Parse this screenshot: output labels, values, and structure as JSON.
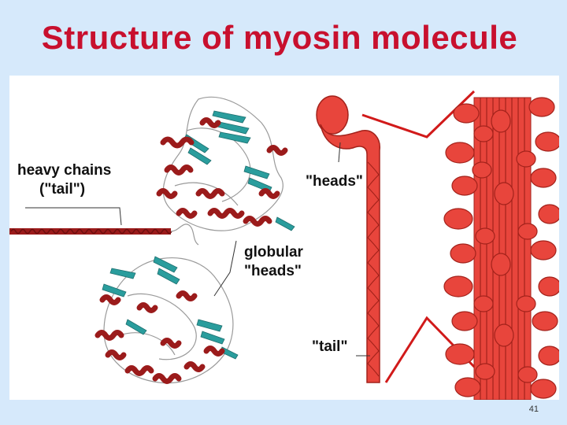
{
  "slide": {
    "title": "Structure of myosin molecule",
    "page_number": "41"
  },
  "diagram": {
    "labels": {
      "heavy_chains_line1": "heavy chains",
      "heavy_chains_line2": "(\"tail\")",
      "heads_top": "\"heads\"",
      "globular_line1": "globular",
      "globular_line2": "\"heads\"",
      "tail_bottom": "\"tail\""
    },
    "colors": {
      "title": "#c8102e",
      "background": "#d6e9fb",
      "helix_red": "#9b1b1b",
      "sheet_teal": "#2a9d9d",
      "myosin_red": "#e8453c",
      "myosin_outline": "#a3221b"
    }
  }
}
